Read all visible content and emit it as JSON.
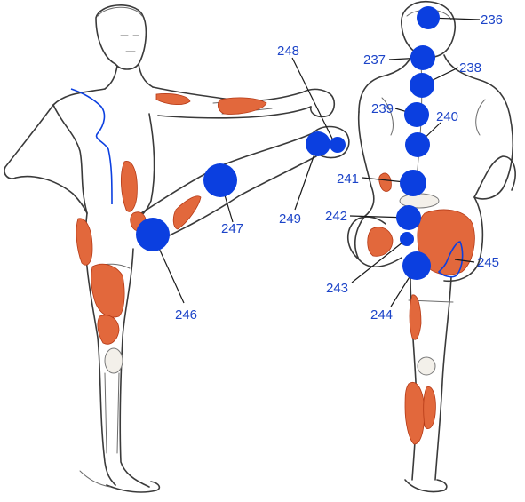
{
  "colors": {
    "point": "#0b3fe0",
    "label": "#1c44c8",
    "muscle": "#e2683c",
    "outline": "#3a3a3a"
  },
  "points": [
    {
      "label": "236"
    },
    {
      "label": "237"
    },
    {
      "label": "238"
    },
    {
      "label": "239"
    },
    {
      "label": "240"
    },
    {
      "label": "241"
    },
    {
      "label": "242"
    },
    {
      "label": "243"
    },
    {
      "label": "244"
    },
    {
      "label": "245"
    },
    {
      "label": "246"
    },
    {
      "label": "247"
    },
    {
      "label": "248"
    },
    {
      "label": "249"
    }
  ]
}
